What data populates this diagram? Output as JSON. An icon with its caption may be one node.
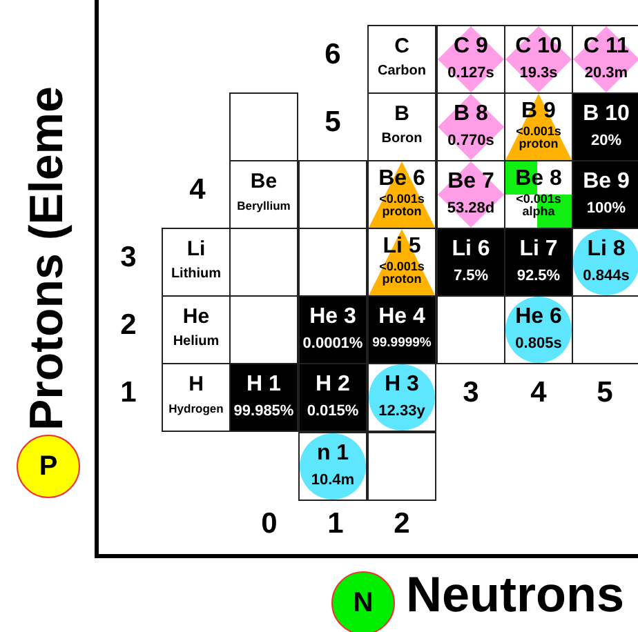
{
  "diagram": {
    "nodes": [
      {
        "text": [
          "C",
          "Carbon"
        ]
      },
      {
        "text": [
          "C 9",
          "0.127s"
        ]
      },
      {
        "text": [
          "C 10",
          "19.3s"
        ]
      },
      {
        "text": [
          "C 11",
          "20.3m"
        ]
      },
      {
        "text": [],
        "shape": "box"
      },
      {
        "text": [
          "B",
          "Boron"
        ]
      },
      {
        "text": [
          "B 8",
          "0.770s"
        ]
      },
      {
        "text": [
          "B 9",
          "<0.001s proton"
        ]
      },
      {
        "text": [
          "B 10",
          "20%"
        ]
      },
      {
        "text": [
          "Be",
          "Beryllium"
        ]
      },
      {
        "text": [],
        "shape": "box"
      },
      {
        "text": [
          "Be 6",
          "<0.001s proton"
        ]
      },
      {
        "text": [
          "Be 7",
          "53.28d"
        ]
      },
      {
        "text": [
          "Be 8",
          "<0.001s alpha"
        ]
      },
      {
        "text": [
          "Be 9",
          "100%"
        ]
      },
      {
        "text": [
          "Li",
          "Lithium"
        ]
      },
      {
        "text": [],
        "shape": "box"
      },
      {
        "text": [],
        "shape": "box"
      },
      {
        "text": [
          "Li 5",
          "<0.001s proton"
        ]
      },
      {
        "text": [
          "Li 6",
          "7.5%"
        ]
      },
      {
        "text": [
          "Li 7",
          "92.5%"
        ]
      },
      {
        "text": [
          "Li 8",
          "0.844s"
        ]
      },
      {
        "text": [
          "He",
          "Helium"
        ]
      },
      {
        "text": [],
        "shape": "box"
      },
      {
        "text": [
          "He 3",
          "0.0001%"
        ]
      },
      {
        "text": [
          "He 4",
          "99.9999%"
        ]
      },
      {
        "text": [],
        "shape": "box"
      },
      {
        "text": [
          "He 6",
          "0.805s"
        ]
      },
      {
        "text": [],
        "shape": "box"
      },
      {
        "text": [
          "H",
          "Hydrogen"
        ]
      },
      {
        "text": [
          "H 1",
          "99.985%"
        ]
      },
      {
        "text": [
          "H 2",
          "0.015%"
        ]
      },
      {
        "text": [
          "H 3",
          "12.33y"
        ]
      },
      {
        "text": [
          "n 1",
          "10.4m"
        ]
      },
      {
        "text": [],
        "shape": "box"
      },
      {
        "text": [
          "P"
        ]
      },
      {
        "text": [
          "N"
        ]
      }
    ],
    "labels": [
      "6",
      "5",
      "4",
      "3",
      "2",
      "1",
      "3",
      "4",
      "5",
      "Protons (Eleme",
      "0",
      "1",
      "2",
      "Neutrons"
    ]
  }
}
